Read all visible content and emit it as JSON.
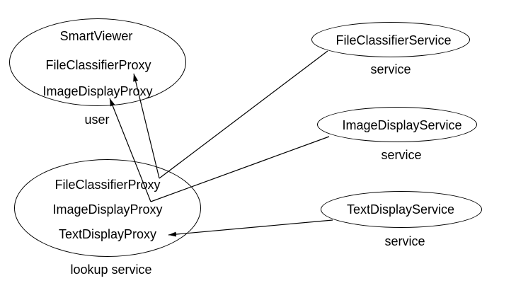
{
  "diagram": {
    "background_color": "#ffffff",
    "stroke_color": "#000000",
    "nodes": {
      "user": {
        "items": [
          "SmartViewer",
          "FileClassifierProxy",
          "ImageDisplayProxy"
        ],
        "caption": "user"
      },
      "lookup": {
        "items": [
          "FileClassifierProxy",
          "ImageDisplayProxy",
          "TextDisplayProxy"
        ],
        "caption": "lookup service"
      },
      "file_classifier_service": {
        "label": "FileClassifierService",
        "caption": "service"
      },
      "image_display_service": {
        "label": "ImageDisplayService",
        "caption": "service"
      },
      "text_display_service": {
        "label": "TextDisplayService",
        "caption": "service"
      }
    },
    "edges": [
      {
        "from": "FileClassifierService",
        "to": "lookup.FileClassifierProxy",
        "style": "plain-line"
      },
      {
        "from": "lookup.FileClassifierProxy",
        "to": "user.FileClassifierProxy",
        "style": "arrow"
      },
      {
        "from": "ImageDisplayService",
        "to": "lookup.ImageDisplayProxy",
        "style": "plain-line"
      },
      {
        "from": "lookup.ImageDisplayProxy",
        "to": "user.ImageDisplayProxy",
        "style": "arrow"
      },
      {
        "from": "TextDisplayService",
        "to": "lookup.TextDisplayProxy",
        "style": "arrow"
      }
    ]
  }
}
